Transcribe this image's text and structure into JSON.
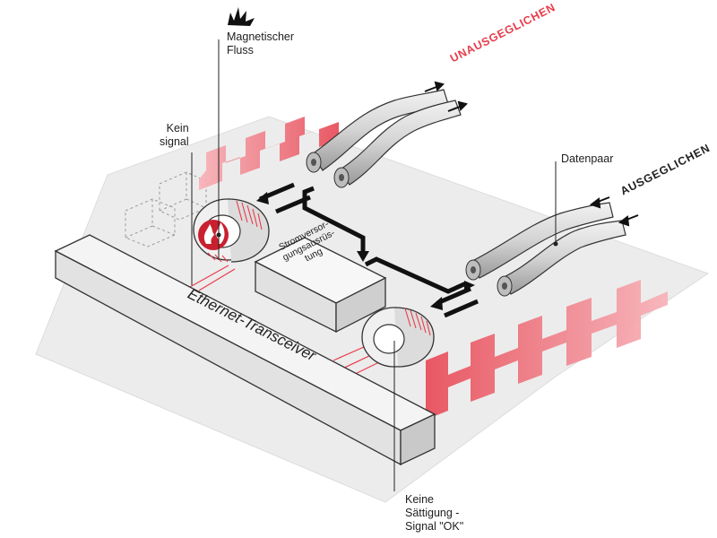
{
  "labels": {
    "magnetic_flux_line1": "Magnetischer",
    "magnetic_flux_line2": "Fluss",
    "no_signal_line1": "Kein",
    "no_signal_line2": "signal",
    "unbalanced": "UNAUSGEGLICHEN",
    "balanced": "AUSGEGLICHEN",
    "data_pair": "Datenpaar",
    "power_supply_line1": "Stromversor-",
    "power_supply_line2": "gungsausrüs-",
    "power_supply_line3": "tung",
    "transceiver": "Ethernet-Transceiver",
    "ok_line1": "Keine",
    "ok_line2": "Sättigung -",
    "ok_line3": "Signal \"OK\""
  },
  "colors": {
    "accent_red": "#e83c4a",
    "signal_pink": "#f6a6ad",
    "board_grey": "#ececec",
    "cable_grey": "#d9d9d9",
    "arrow_black": "#111111"
  },
  "icons": {
    "flux": "burst-icon",
    "saturation": "fire-icon"
  }
}
